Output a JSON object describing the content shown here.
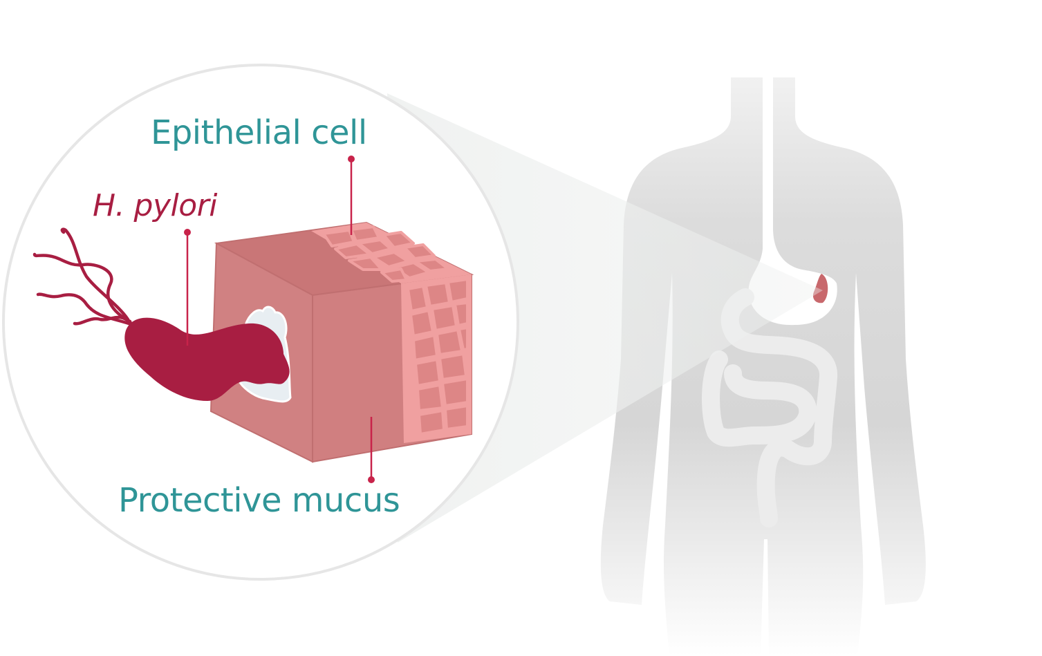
{
  "labels": {
    "epithelial_cell": "Epithelial cell",
    "h_pylori": "H. pylori",
    "protective_mucus": "Protective mucus"
  },
  "colors": {
    "teal_label": "#2f9597",
    "bacteria": "#a81e42",
    "leader_line": "#c8234a",
    "mucus_front": "#d07f80",
    "mucus_top": "#c97677",
    "cell_layer": "#f0a0a0",
    "cell_fill": "#dd8686",
    "circle_outline": "#e6e6e6",
    "body": "#d9d9d9",
    "stomach_tissue": "#c8686c"
  },
  "icons": [
    "human-body-silhouette",
    "stomach-icon",
    "intestines-icon",
    "mucus-cube-icon",
    "h-pylori-bacterium-icon"
  ]
}
